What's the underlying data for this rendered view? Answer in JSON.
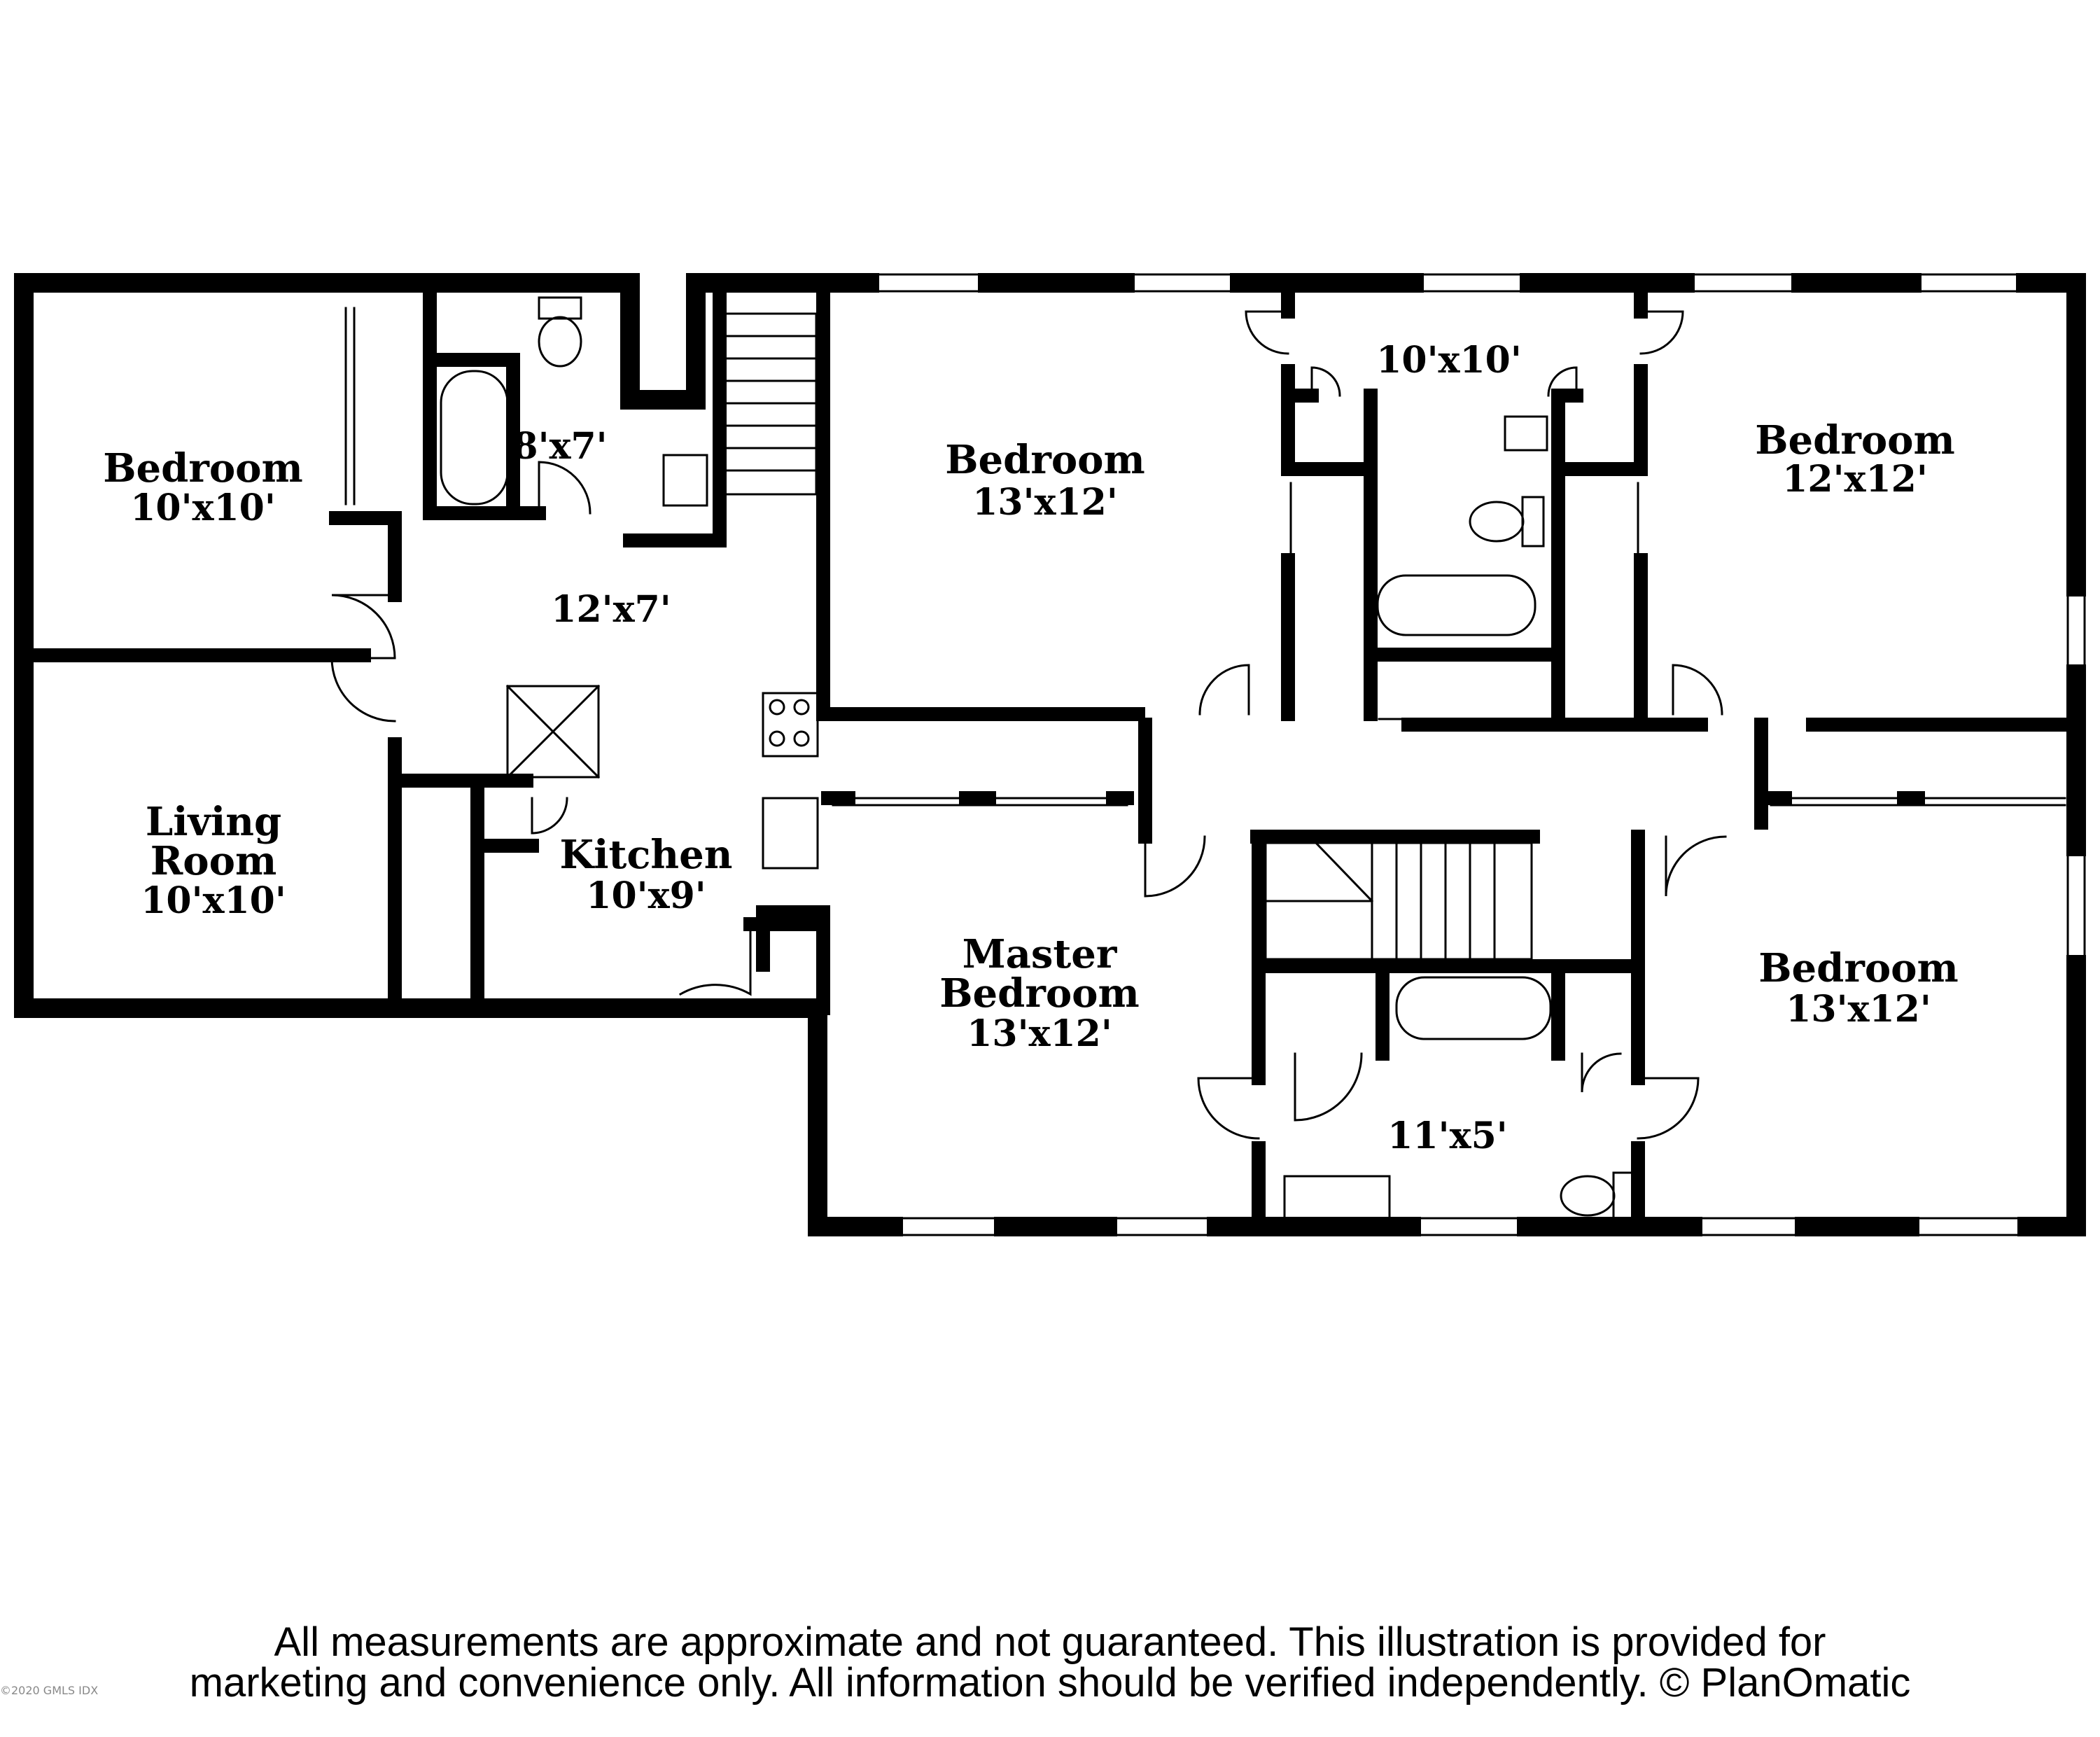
{
  "rooms": {
    "bedroom_nw": {
      "name": "Bedroom",
      "dims": "10'x10'"
    },
    "living_room": {
      "name_line1": "Living",
      "name_line2": "Room",
      "dims": "10'x10'"
    },
    "bath_small": {
      "dims": "8'x7'"
    },
    "hall_left": {
      "dims": "12'x7'"
    },
    "kitchen": {
      "name": "Kitchen",
      "dims": "10'x9'"
    },
    "bedroom_n_center": {
      "name": "Bedroom",
      "dims": "13'x12'"
    },
    "bath_upper": {
      "dims": "10'x10'"
    },
    "bedroom_ne": {
      "name": "Bedroom",
      "dims": "12'x12'"
    },
    "master_bedroom": {
      "name_line1": "Master",
      "name_line2": "Bedroom",
      "dims": "13'x12'"
    },
    "bath_lower": {
      "dims": "11'x5'"
    },
    "bedroom_se": {
      "name": "Bedroom",
      "dims": "13'x12'"
    }
  },
  "footer": {
    "line1": "All measurements are approximate and not guaranteed. This illustration is provided for",
    "line2": "marketing and convenience only. All information should be verified independently. © PlanOmatic"
  },
  "watermark": "©2020 GMLS IDX"
}
